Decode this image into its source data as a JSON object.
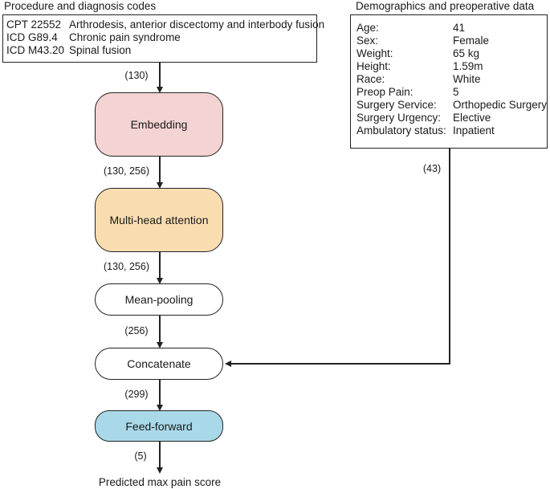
{
  "procedure": {
    "title": "Procedure and diagnosis codes",
    "codes": [
      {
        "code": "CPT 22552",
        "description": "Arthrodesis, anterior discectomy and interbody fusion"
      },
      {
        "code": "ICD G89.4",
        "description": "Chronic pain syndrome"
      },
      {
        "code": "ICD M43.20",
        "description": "Spinal fusion"
      }
    ]
  },
  "demographics": {
    "title": "Demographics and preoperative data",
    "fields": [
      {
        "label": "Age:",
        "value": "41"
      },
      {
        "label": "Sex:",
        "value": "Female"
      },
      {
        "label": "Weight:",
        "value": "65 kg"
      },
      {
        "label": "Height:",
        "value": "1.59m"
      },
      {
        "label": "Race:",
        "value": "White"
      },
      {
        "label": "Preop Pain:",
        "value": "5"
      },
      {
        "label": "Surgery Service:",
        "value": "Orthopedic Surgery"
      },
      {
        "label": "Surgery Urgency:",
        "value": "Elective"
      },
      {
        "label": "Ambulatory status:",
        "value": "Inpatient"
      }
    ],
    "output_dim": "(43)"
  },
  "nodes": {
    "embedding": "Embedding",
    "attention": "Multi-head attention",
    "pooling": "Mean-pooling",
    "concat": "Concatenate",
    "feedforward": "Feed-forward"
  },
  "dims": {
    "codes_out": "(130)",
    "embedding_out": "(130, 256)",
    "attention_out": "(130, 256)",
    "pooling_out": "(256)",
    "concat_out": "(299)",
    "ff_out": "(5)"
  },
  "output_label": "Predicted max pain score",
  "colors": {
    "embedding": "#f4d3d3",
    "attention": "#f9ddb1",
    "feedforward": "#a9d9e8",
    "line": "#222222"
  }
}
